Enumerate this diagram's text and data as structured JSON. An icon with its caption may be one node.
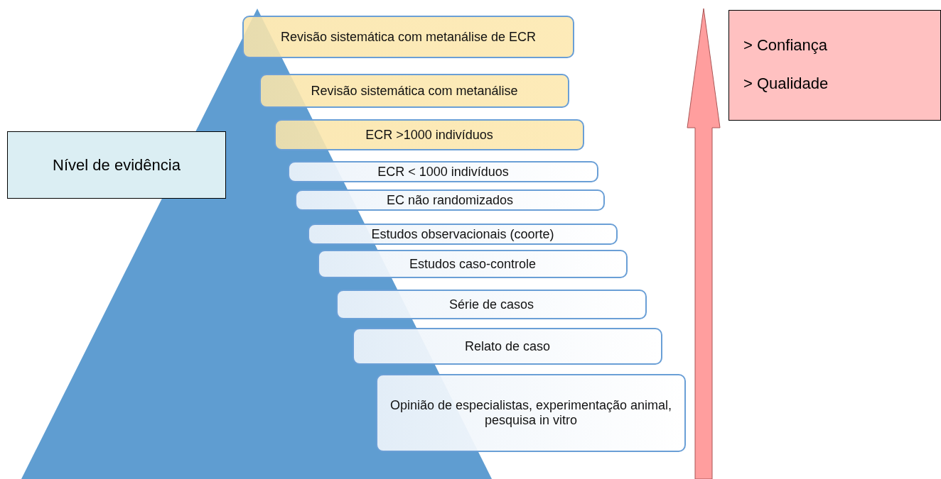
{
  "diagram": {
    "nodes": [
      {
        "text": [
          "Revisão sistemática com metanálise de ECR"
        ]
      },
      {
        "text": [
          "Revisão sistemática com metanálise"
        ]
      },
      {
        "text": [
          "ECR >1000 indivíduos"
        ]
      },
      {
        "text": [
          "ECR < 1000 indivíduos"
        ]
      },
      {
        "text": [
          "EC não randomizados"
        ]
      },
      {
        "text": [
          "Estudos observacionais (coorte)"
        ]
      },
      {
        "text": [
          "Estudos caso-controle"
        ]
      },
      {
        "text": [
          "Série de casos"
        ]
      },
      {
        "text": [
          "Relato de caso"
        ]
      },
      {
        "text": [
          "Opinião de especialistas,  experimentação animal, pesquisa in vitro"
        ]
      },
      {
        "text": [
          "Nível de evidência"
        ]
      },
      {
        "text": [
          "> Confiança",
          "> Qualidade"
        ]
      }
    ]
  }
}
